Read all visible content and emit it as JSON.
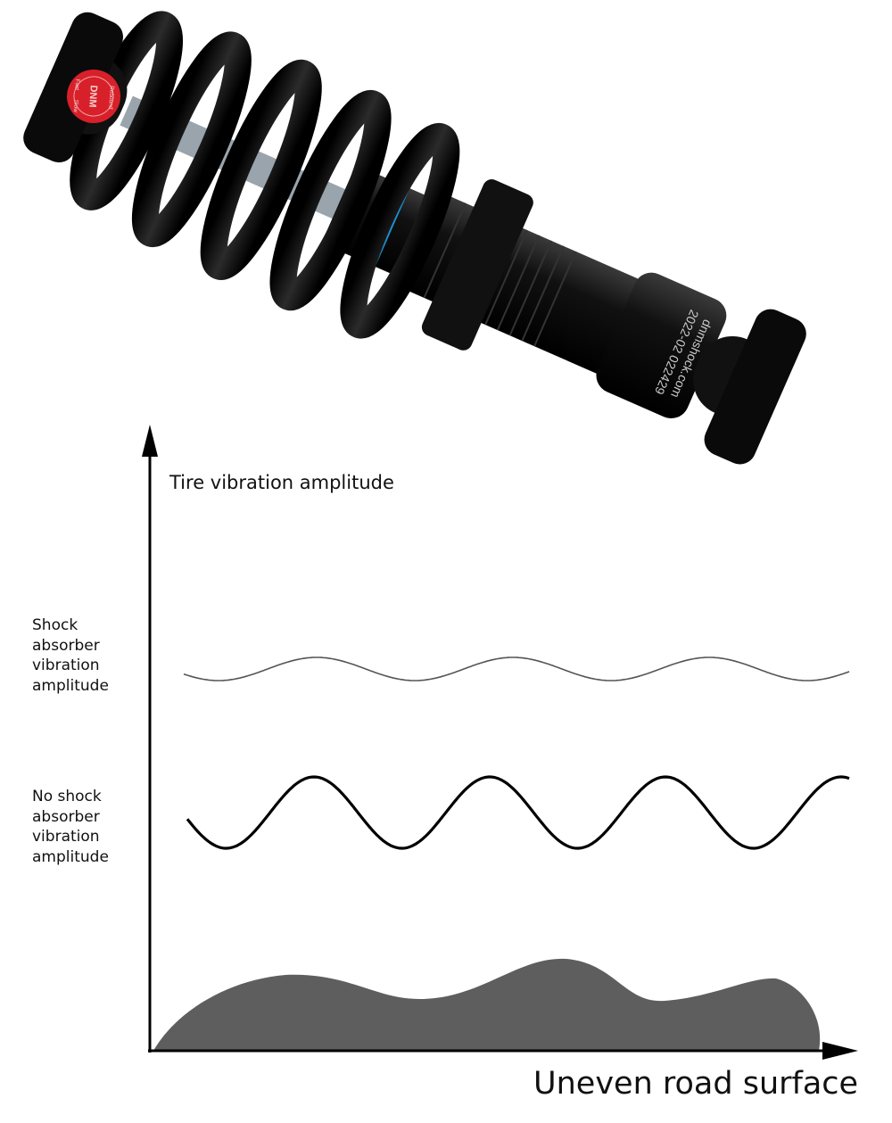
{
  "product": {
    "name_lettering": "DNM",
    "knob_lettering": [
      "Rebound",
      "Fast",
      "Slow"
    ],
    "body_lettering": [
      "dnmshock.com",
      "2022-02 022429"
    ],
    "knob_color": "#d8202a"
  },
  "diagram": {
    "y_axis_title": "Tire vibration amplitude",
    "x_axis_title": "Uneven road surface",
    "series": [
      {
        "label_lines": [
          "Shock",
          "absorber",
          "vibration",
          "amplitude"
        ],
        "amplitude": "small",
        "stroke": "thin"
      },
      {
        "label_lines": [
          "No shock",
          "absorber",
          "vibration",
          "amplitude"
        ],
        "amplitude": "large",
        "stroke": "thick"
      }
    ],
    "road_color": "#5e5e5e"
  }
}
